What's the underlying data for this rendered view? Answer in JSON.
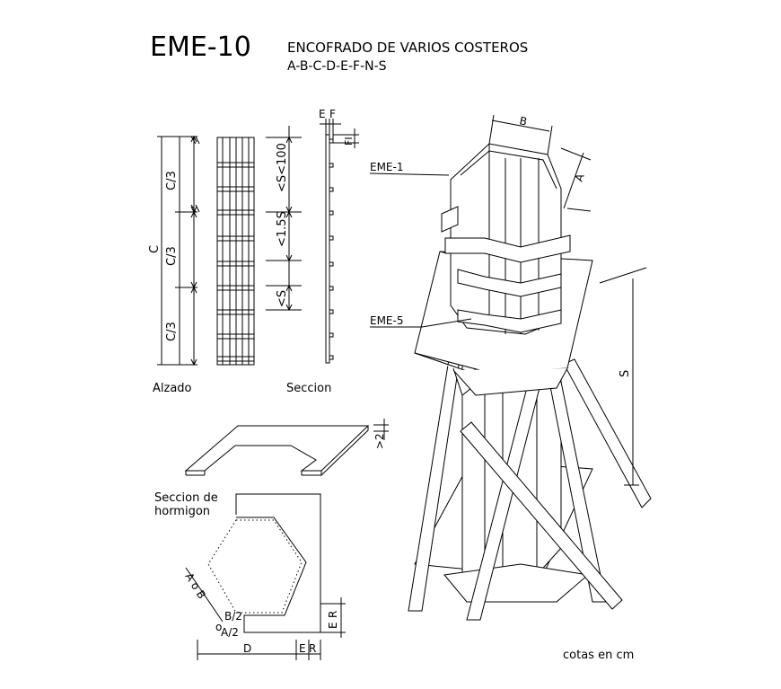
{
  "header": {
    "code": "EME-10",
    "title": "ENCOFRADO DE VARIOS COSTEROS",
    "subtitle": "A-B-C-D-E-F-N-S"
  },
  "labels": {
    "alzado": "Alzado",
    "seccion": "Seccion",
    "seccion_hormigon_1": "Seccion de",
    "seccion_hormigon_2": "hormigon",
    "cotas": "cotas en cm",
    "eme1": "EME-1",
    "eme5": "EME-5"
  },
  "dims": {
    "c": "C",
    "c3": "C/3",
    "s100": "<S<100",
    "s15": "<1.5S",
    "s": "<S",
    "e": "E",
    "f": "F",
    "fi": "FI",
    "b": "B",
    "a": "A",
    "s_height": "S",
    "ge2": ">2",
    "a_o_b": "A o B",
    "b2": "B/2",
    "o": "o",
    "a2": "A/2",
    "d": "D",
    "e2": "E",
    "r": "R",
    "r2": "R",
    "e3": "E"
  }
}
